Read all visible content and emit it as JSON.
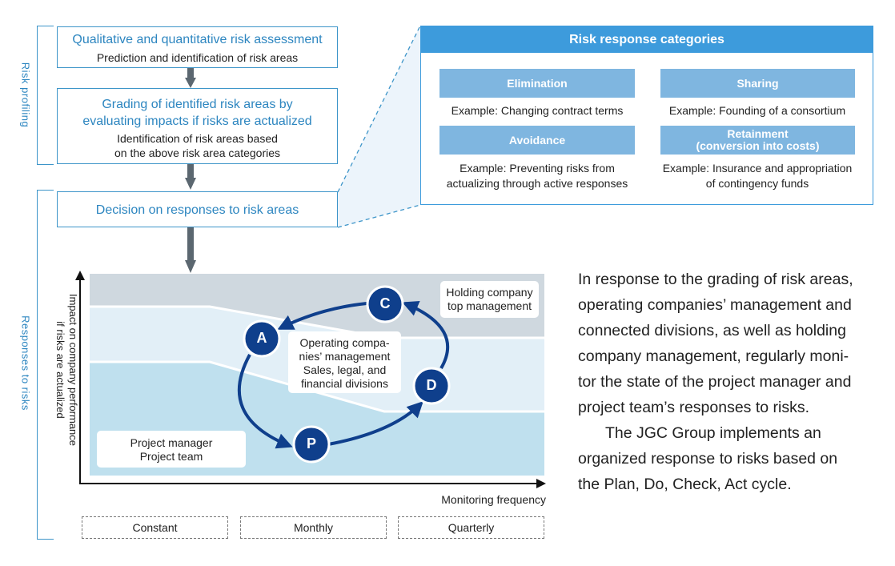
{
  "side_labels": {
    "risk_profiling": "Risk profiling",
    "responses_to_risks": "Responses to risks"
  },
  "flow": {
    "assessment": {
      "title": "Qualitative and quantitative risk assessment",
      "subtitle": "Prediction and identification of risk areas"
    },
    "grading": {
      "title_line1": "Grading of identified risk areas by",
      "title_line2": "evaluating impacts if risks are actualized",
      "subtitle_line1": "Identification of risk areas based",
      "subtitle_line2": "on the above risk area categories"
    },
    "decision": {
      "title": "Decision on responses to risk areas"
    }
  },
  "categories": {
    "title": "Risk response categories",
    "items": [
      {
        "name": "Elimination",
        "example_line1": "Example: Changing contract terms",
        "example_line2": ""
      },
      {
        "name": "Sharing",
        "example_line1": "Example: Founding of a consortium",
        "example_line2": ""
      },
      {
        "name": "Avoidance",
        "example_line1": "Example: Preventing risks from",
        "example_line2": "actualizing through active responses"
      },
      {
        "name_line1": "Retainment",
        "name_line2": "(conversion into costs)",
        "example_line1": "Example: Insurance and appropriation",
        "example_line2": "of contingency funds"
      }
    ]
  },
  "chart": {
    "y_axis_line1": "Impact on company performance",
    "y_axis_line2": "if risks are actualized",
    "x_axis": "Monitoring frequency",
    "holding": {
      "line1": "Holding company",
      "line2": "top management"
    },
    "operating": {
      "line1": "Operating compa-",
      "line2": "nies’ management",
      "line3": "Sales, legal, and",
      "line4": "financial divisions"
    },
    "project": {
      "line1": "Project manager",
      "line2": "Project team"
    },
    "cycle": [
      "P",
      "D",
      "C",
      "A"
    ],
    "frequencies": [
      "Constant",
      "Monthly",
      "Quarterly"
    ]
  },
  "paragraph": {
    "lines": [
      "In response to the grading of risk areas,",
      "operating companies’ management and",
      "connected divisions, as well as holding",
      "company management, regularly moni-",
      "tor the state of the project manager and",
      "project team’s responses to risks.",
      "The JGC Group implements an",
      "organized response to risks based on",
      "the Plan, Do, Check, Act cycle."
    ]
  },
  "colors": {
    "accent": "#2d86c0",
    "header_blue": "#3d9bdc",
    "category_blue": "#7fb6e0",
    "band_top": "#cfd8df",
    "band_mid": "#e2eff7",
    "band_low": "#bfe0ee",
    "cycle_blue": "#0f3f8c",
    "arrow_gray": "#5b6770"
  }
}
